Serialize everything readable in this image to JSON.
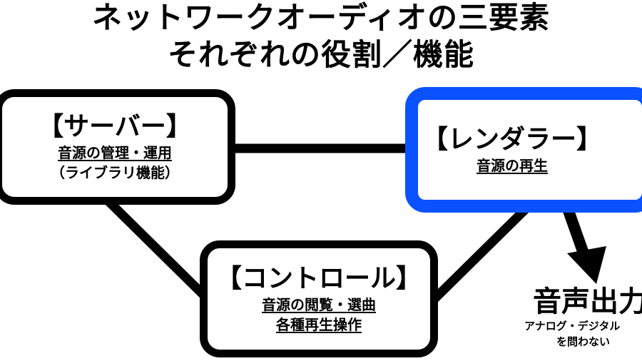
{
  "title": {
    "line1": "ネットワークオーディオの三要素",
    "line2": "それぞれの役割／機能"
  },
  "server": {
    "heading": "【サーバー】",
    "role": "音源の管理・運用",
    "note": "（ライブラリ機能）"
  },
  "renderer": {
    "heading": "【レンダラー】",
    "role": "音源の再生",
    "border_color": "#0a52ff"
  },
  "control": {
    "heading": "【コントロール】",
    "role1": "音源の閲覧・選曲",
    "role2": "各種再生操作"
  },
  "output": {
    "heading": "音声出力",
    "sub1": "アナログ・デジタル",
    "sub2": "を問わない"
  }
}
